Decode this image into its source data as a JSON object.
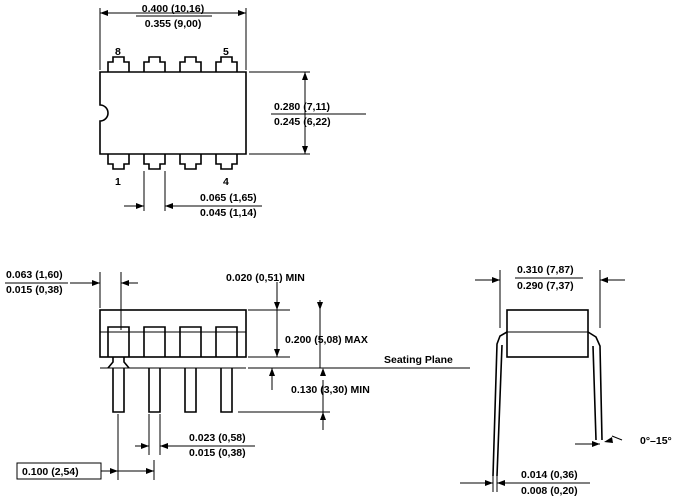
{
  "top_view": {
    "width_max": "0.400 (10,16)",
    "width_min": "0.355 (9,00)",
    "height_max": "0.280 (7,11)",
    "height_min": "0.245 (6,22)",
    "lead_width_max": "0.065 (1,65)",
    "lead_width_min": "0.045 (1,14)",
    "pin_8": "8",
    "pin_5": "5",
    "pin_1": "1",
    "pin_4": "4"
  },
  "side_view": {
    "end_lead_max": "0.063 (1,60)",
    "end_lead_min": "0.015 (0,38)",
    "standoff_min": "0.020 (0,51) MIN",
    "body_height_max": "0.200 (5,08) MAX",
    "seating_plane": "Seating Plane",
    "lead_length_min": "0.130 (3,30) MIN",
    "lead_thickness_max": "0.023 (0,58)",
    "lead_thickness_min": "0.015 (0,38)",
    "pitch": "0.100 (2,54)"
  },
  "end_view": {
    "row_spacing_max": "0.310 (7,87)",
    "row_spacing_min": "0.290 (7,37)",
    "angle": "0°–15°",
    "lead_width_max": "0.014 (0,36)",
    "lead_width_min": "0.008 (0,20)"
  }
}
